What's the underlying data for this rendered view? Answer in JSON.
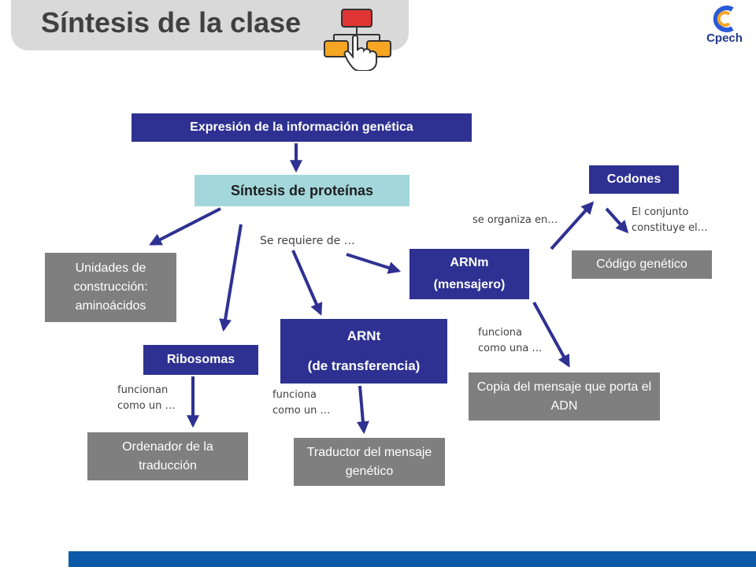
{
  "header": {
    "title": "Síntesis de la clase",
    "logo_text": "Cpech"
  },
  "diagram": {
    "expresion": "Expresión de la información genética",
    "sintesis": "Síntesis de proteínas",
    "se_requiere": "Se requiere de …",
    "unidades": "Unidades de construcción: aminoácidos",
    "ribosomas": "Ribosomas",
    "funcionan_ribo_1": "funcionan",
    "funcionan_ribo_2": "como un …",
    "ordenador": "Ordenador de la traducción",
    "arnt_1": "ARNt",
    "arnt_2": "(de transferencia)",
    "funciona_arnt_1": "funciona",
    "funciona_arnt_2": "como un …",
    "traductor": "Traductor del mensaje genético",
    "arnm_1": "ARNm",
    "arnm_2": "(mensajero)",
    "se_organiza": "se organiza en…",
    "codones": "Codones",
    "conjunto_1": "El conjunto",
    "conjunto_2": "constituye el…",
    "codigo": "Código genético",
    "funciona_arnm_1": "funciona",
    "funciona_arnm_2": "como una …",
    "copia": "Copia del mensaje que porta el ADN"
  },
  "colors": {
    "navy": "#2e3192",
    "teal": "#a3d7dc",
    "gray": "#7f7f7f",
    "bar": "#0a5aa8",
    "arrow": "#2e3192"
  }
}
